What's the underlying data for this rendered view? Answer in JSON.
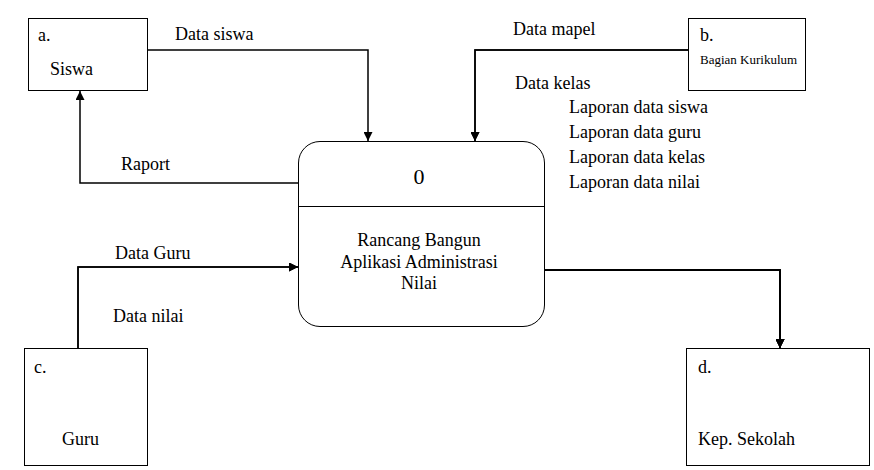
{
  "diagram": {
    "nodes": [
      {
        "text": [
          "a.",
          "Siswa"
        ]
      },
      {
        "text": [
          "b.",
          "Bagian Kurikulum"
        ]
      },
      {
        "text": [
          "0",
          "Rancang Bangun Aplikasi Administrasi Nilai"
        ]
      },
      {
        "text": [
          "c.",
          "Guru"
        ]
      },
      {
        "text": [
          "d.",
          "Kep. Sekolah"
        ]
      }
    ],
    "edges": [
      {
        "from": 0,
        "to": 2,
        "label": "Data siswa",
        "arrow": "to"
      },
      {
        "from": 1,
        "to": 2,
        "label": "Data mapel",
        "arrow": "to"
      },
      {
        "from": 1,
        "to": 2,
        "label": "Data kelas",
        "arrow": "to"
      },
      {
        "from": 2,
        "to": 0,
        "label": "Raport",
        "arrow": "to"
      },
      {
        "from": 3,
        "to": 2,
        "label": "Data Guru",
        "arrow": "to"
      },
      {
        "from": 3,
        "to": 2,
        "label": "Data nilai",
        "arrow": "to"
      },
      {
        "from": 2,
        "to": 4,
        "label": "Laporan data siswa",
        "arrow": "to"
      },
      {
        "from": 2,
        "to": 4,
        "label": "Laporan data guru",
        "arrow": "to"
      },
      {
        "from": 2,
        "to": 4,
        "label": "Laporan data kelas",
        "arrow": "to"
      },
      {
        "from": 2,
        "to": 4,
        "label": "Laporan data nilai",
        "arrow": "to"
      }
    ]
  }
}
